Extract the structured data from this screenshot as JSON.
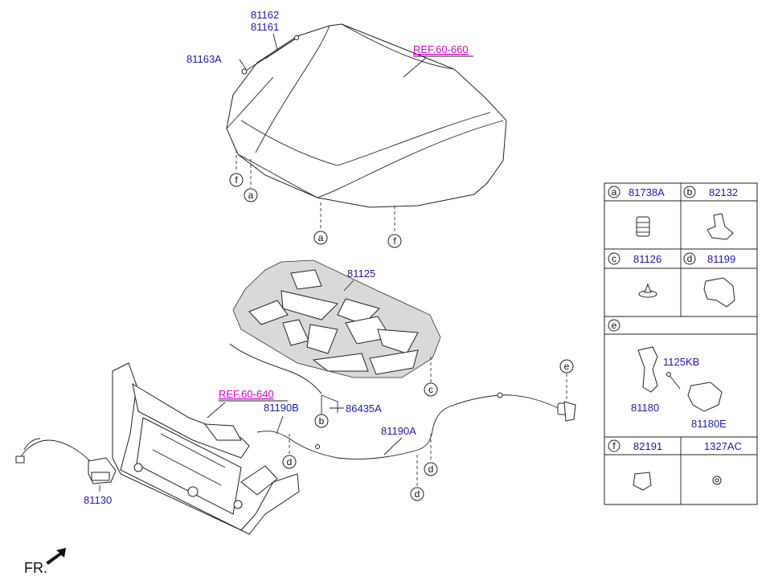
{
  "labels": {
    "p81162": "81162",
    "p81161": "81161",
    "p81163A": "81163A",
    "ref_hood": "REF.60-660",
    "p81125": "81125",
    "ref_carrier": "REF.60-640",
    "p81190B": "81190B",
    "p86435A": "86435A",
    "p81190A": "81190A",
    "p81130": "81130",
    "fr": "FR."
  },
  "markers": {
    "f1": "f",
    "a1": "a",
    "a2": "a",
    "f2": "f",
    "c1": "c",
    "b1": "b",
    "d1": "d",
    "d2": "d",
    "d3": "d",
    "e1": "e"
  },
  "legend": {
    "a_letter": "a",
    "a_part": "81738A",
    "b_letter": "b",
    "b_part": "82132",
    "c_letter": "c",
    "c_part": "81126",
    "d_letter": "d",
    "d_part": "81199",
    "e_letter": "e",
    "e_part1": "1125KB",
    "e_part2": "81180",
    "e_part3": "81180E",
    "f_letter": "f",
    "f_part": "82191",
    "f_part_b": "1327AC"
  },
  "colors": {
    "part_number": "#1a1aa8",
    "reference": "#d400c8"
  }
}
